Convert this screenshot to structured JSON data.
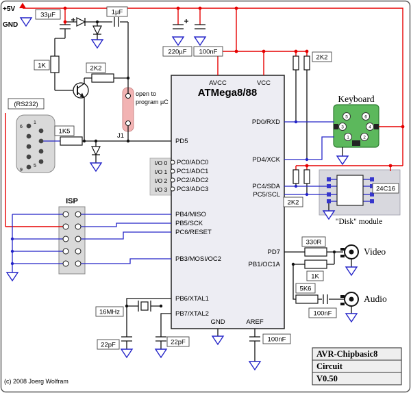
{
  "colors": {
    "power_wire": "#e60000",
    "signal_wire": "#2323c8",
    "black_wire": "#111111",
    "ic_fill": "#ededf3",
    "gray_fill": "#d9d9d9",
    "keyboard_green": "#5cb85c",
    "jumper_pink": "#f2b3b3"
  },
  "power": {
    "vcc": "+5V",
    "gnd": "GND"
  },
  "top_caps": {
    "c33": "33µF",
    "c1": "1µF",
    "c220": "220µF",
    "c100": "100nF"
  },
  "left": {
    "r1k": "1K",
    "r2k2": "2K2",
    "r1k5": "1K5",
    "rs232": "(RS232)",
    "isp": "ISP",
    "jumper": {
      "label": "J1",
      "note1": "open to",
      "note2": "program µC"
    },
    "db9": {
      "p1": "1",
      "p5": "5",
      "p6": "6",
      "p9": "9"
    }
  },
  "mcu": {
    "title": "ATMega8/88",
    "avcc": "AVCC",
    "vcc": "VCC",
    "gnd": "GND",
    "aref": "AREF",
    "left_pins": [
      "PD5",
      "PC0/ADC0",
      "PC1/ADC1",
      "PC2/ADC2",
      "PC3/ADC3",
      "PB4/MISO",
      "PB5/SCK",
      "PC6/RESET",
      "PB3/MOSI/OC2",
      "PB6/XTAL1",
      "PB7/XTAL2"
    ],
    "right_pins": [
      "PD0/RXD",
      "PD4/XCK",
      "PC4/SDA",
      "PC5/SCL",
      "PD7",
      "PB1/OC1A"
    ],
    "io": [
      "I/O 0",
      "I/O 1",
      "I/O 2",
      "I/O 3"
    ]
  },
  "right": {
    "keyboard": "Keyboard",
    "kb_pins": [
      "1",
      "2",
      "3",
      "4",
      "5",
      "6"
    ],
    "r_serial": "2K2",
    "r_i2c": "2K2",
    "eeprom": "24C16",
    "disk_module": "\"Disk\" module",
    "video": {
      "r1": "330R",
      "r2": "1K",
      "label": "Video"
    },
    "audio": {
      "r": "5K6",
      "c": "100nF",
      "label": "Audio"
    }
  },
  "bottom": {
    "xtal": "16MHz",
    "c22a": "22pF",
    "c22b": "22pF",
    "c_aref": "100nF"
  },
  "title_block": {
    "l1": "AVR-Chipbasic8",
    "l2": "Circuit",
    "l3": "V0.50"
  },
  "copyright": "(c) 2008 Joerg Wolfram"
}
